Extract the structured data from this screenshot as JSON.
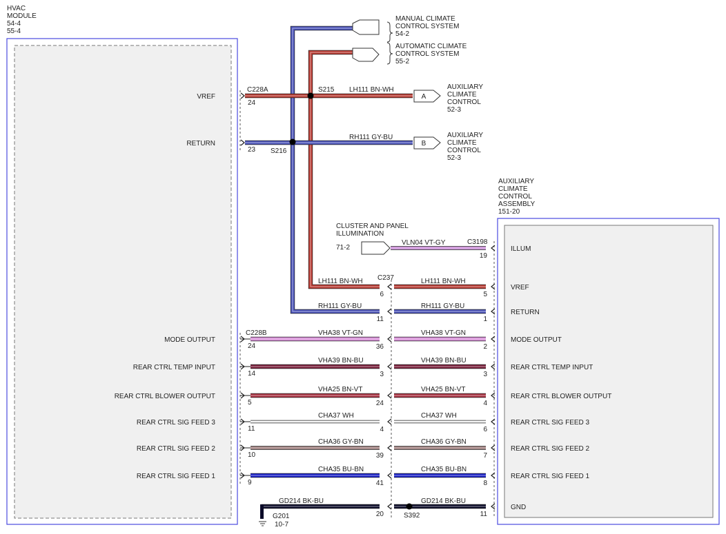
{
  "hvac_module": {
    "title": [
      "HVAC",
      "MODULE",
      "54-4",
      "55-4"
    ]
  },
  "aux_assembly": {
    "title": [
      "AUXILIARY",
      "CLIMATE",
      "CONTROL",
      "ASSEMBLY",
      "151-20"
    ]
  },
  "connectors": {
    "c228a": "C228A",
    "c228b": "C228B",
    "c237": "C237",
    "c3198": "C3198"
  },
  "splices": {
    "s215": "S215",
    "s216": "S216",
    "s392": "S392"
  },
  "ground": {
    "label": "G201",
    "ref": "10-7"
  },
  "refs": {
    "manual": [
      "MANUAL CLIMATE",
      "CONTROL SYSTEM",
      "54-2"
    ],
    "automatic": [
      "AUTOMATIC CLIMATE",
      "CONTROL SYSTEM",
      "55-2"
    ],
    "aux_a": {
      "letter": "A",
      "lines": [
        "AUXILIARY",
        "CLIMATE",
        "CONTROL",
        "52-3"
      ]
    },
    "aux_b": {
      "letter": "B",
      "lines": [
        "AUXILIARY",
        "CLIMATE",
        "CONTROL",
        "52-3"
      ]
    },
    "cluster": {
      "lines": [
        "CLUSTER AND PANEL",
        "ILLUMINATION"
      ],
      "ref": "71-2"
    }
  },
  "hvac_pins": [
    {
      "label": "VREF",
      "pin": "24"
    },
    {
      "label": "RETURN",
      "pin": "23"
    },
    {
      "label": "MODE OUTPUT",
      "pin": "24"
    },
    {
      "label": "REAR CTRL TEMP INPUT",
      "pin": "14"
    },
    {
      "label": "REAR CTRL BLOWER OUTPUT",
      "pin": "5"
    },
    {
      "label": "REAR CTRL SIG FEED 3",
      "pin": "11"
    },
    {
      "label": "REAR CTRL SIG FEED 2",
      "pin": "10"
    },
    {
      "label": "REAR CTRL SIG FEED 1",
      "pin": "9"
    }
  ],
  "aux_pins": [
    {
      "label": "ILLUM",
      "pin": "19"
    },
    {
      "label": "VREF",
      "pin": "5"
    },
    {
      "label": "RETURN",
      "pin": "1"
    },
    {
      "label": "MODE OUTPUT",
      "pin": "2"
    },
    {
      "label": "REAR CTRL TEMP INPUT",
      "pin": "3"
    },
    {
      "label": "REAR CTRL BLOWER OUTPUT",
      "pin": "4"
    },
    {
      "label": "REAR CTRL SIG FEED 3",
      "pin": "6"
    },
    {
      "label": "REAR CTRL SIG FEED 2",
      "pin": "7"
    },
    {
      "label": "REAR CTRL SIG FEED 1",
      "pin": "8"
    },
    {
      "label": "GND",
      "pin": "11"
    }
  ],
  "c237_pins": [
    "6",
    "11",
    "36",
    "3",
    "24",
    "4",
    "39",
    "41",
    "20"
  ],
  "wires": {
    "lh111_top": {
      "circuit": "LH111",
      "color": "BN-WH"
    },
    "rh111_top": {
      "circuit": "RH111",
      "color": "GY-BU"
    },
    "vln04": {
      "circuit": "VLN04",
      "color": "VT-GY"
    },
    "lh111_l": {
      "circuit": "LH111",
      "color": "BN-WH"
    },
    "lh111_r": {
      "circuit": "LH111",
      "color": "BN-WH"
    },
    "rh111_l": {
      "circuit": "RH111",
      "color": "GY-BU"
    },
    "rh111_r": {
      "circuit": "RH111",
      "color": "GY-BU"
    },
    "vha38_l": {
      "circuit": "VHA38",
      "color": "VT-GN"
    },
    "vha38_r": {
      "circuit": "VHA38",
      "color": "VT-GN"
    },
    "vha39_l": {
      "circuit": "VHA39",
      "color": "BN-BU"
    },
    "vha39_r": {
      "circuit": "VHA39",
      "color": "BN-BU"
    },
    "vha25_l": {
      "circuit": "VHA25",
      "color": "BN-VT"
    },
    "vha25_r": {
      "circuit": "VHA25",
      "color": "BN-VT"
    },
    "cha37_l": {
      "circuit": "CHA37",
      "color": "WH"
    },
    "cha37_r": {
      "circuit": "CHA37",
      "color": "WH"
    },
    "cha36_l": {
      "circuit": "CHA36",
      "color": "GY-BN"
    },
    "cha36_r": {
      "circuit": "CHA36",
      "color": "GY-BN"
    },
    "cha35_l": {
      "circuit": "CHA35",
      "color": "BU-BN"
    },
    "cha35_r": {
      "circuit": "CHA35",
      "color": "BU-BN"
    },
    "gd214_l": {
      "circuit": "GD214",
      "color": "BK-BU"
    },
    "gd214_r": {
      "circuit": "GD214",
      "color": "BK-BU"
    }
  },
  "palette": {
    "module_border": "#4a4ae0",
    "brown_white": "#b83a32",
    "gray_blue": "#4a52b8",
    "violet_gray": "#c98ad6",
    "violet_green": "#d88fd8",
    "brown_blue": "#7a1e3a",
    "brown_violet": "#a83040",
    "white": "#f4f4f4",
    "gray_brown": "#9a7a78",
    "blue_brown": "#1a20c8",
    "black_blue": "#0a0a28"
  }
}
